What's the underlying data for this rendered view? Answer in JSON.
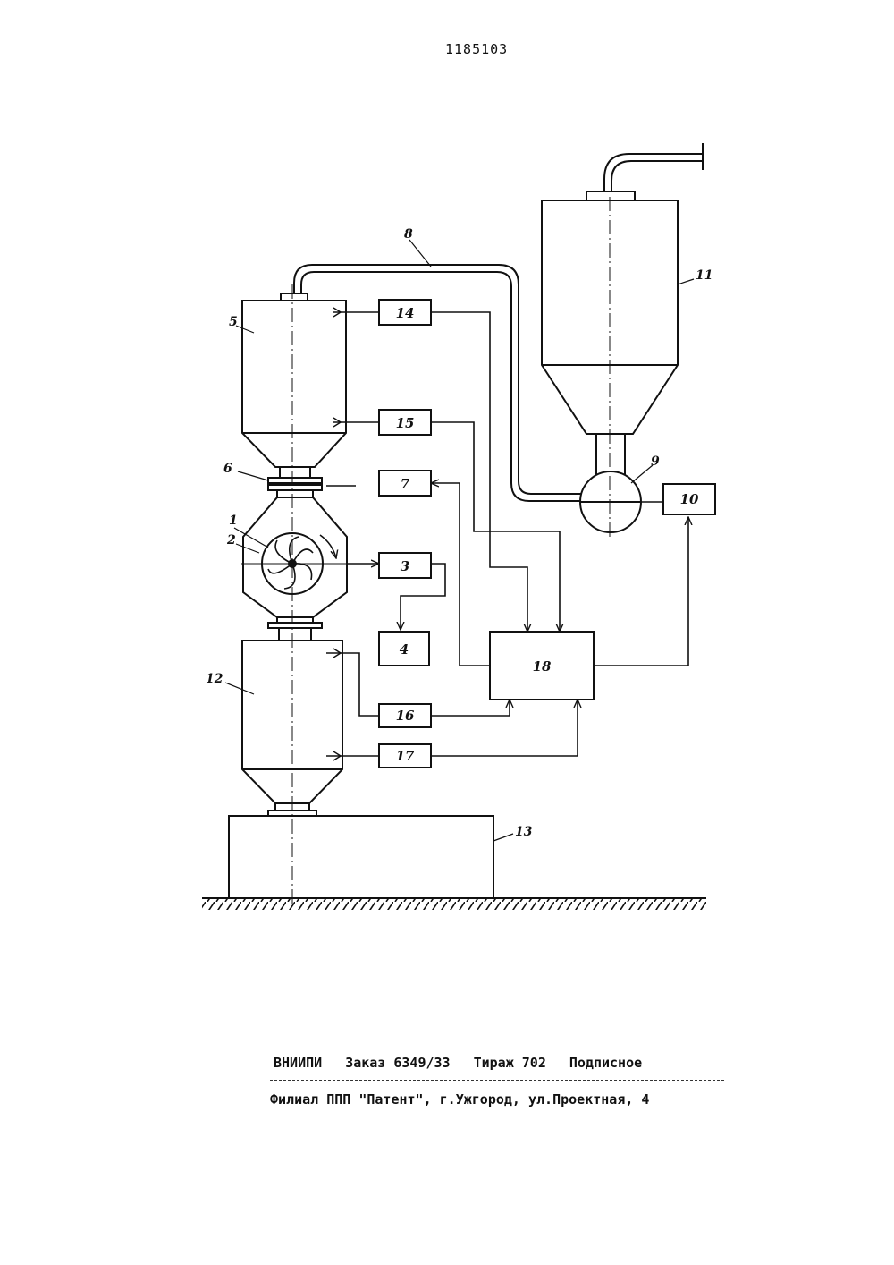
{
  "header": {
    "patent_number": "1185103"
  },
  "diagram": {
    "labels": {
      "rotor": "1",
      "housing": "2",
      "block_3": "3",
      "block_4": "4",
      "hopper_top": "5",
      "flange": "6",
      "block_7": "7",
      "pipeline": "8",
      "feeder": "9",
      "block_10": "10",
      "silo": "11",
      "hopper_bottom": "12",
      "base": "13",
      "block_14": "14",
      "block_15": "15",
      "block_16": "16",
      "block_17": "17",
      "block_18": "18"
    }
  },
  "footer": {
    "org": "ВНИИПИ",
    "order": "Заказ 6349/33",
    "circulation": "Тираж 702",
    "subscription": "Подписное",
    "address": "Филиал ППП \"Патент\", г.Ужгород, ул.Проектная, 4"
  }
}
